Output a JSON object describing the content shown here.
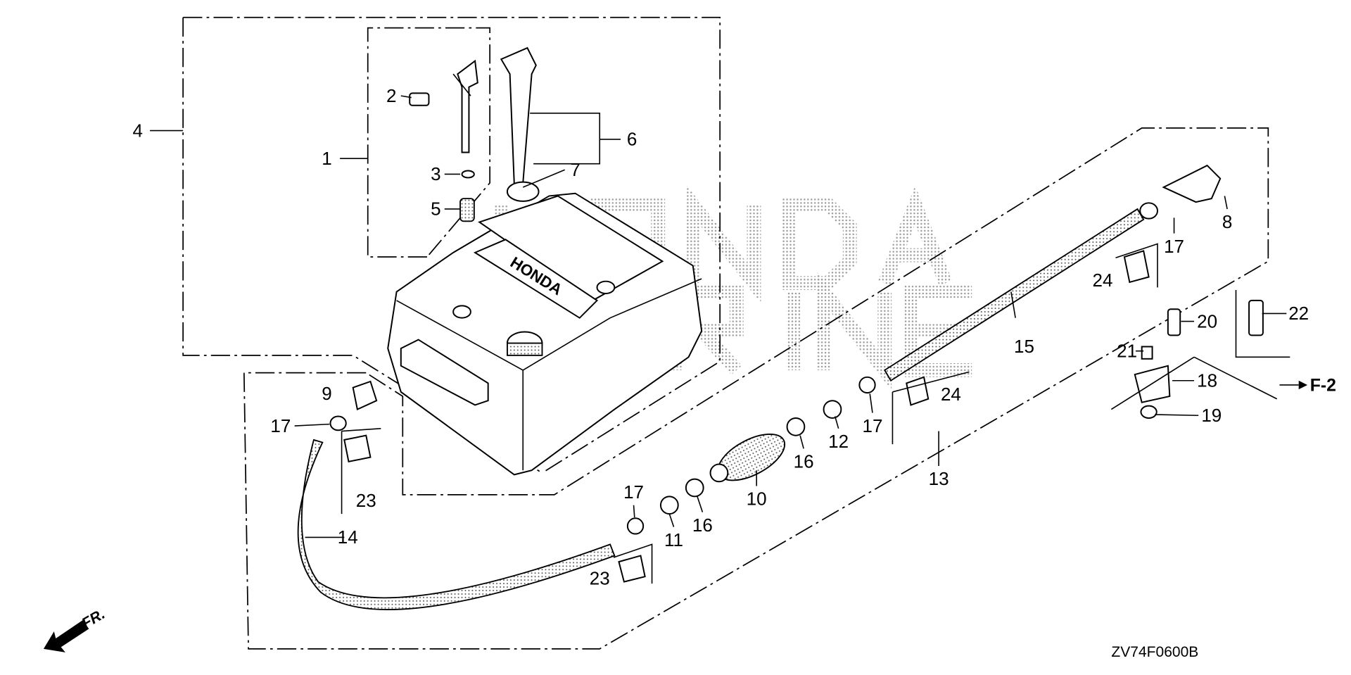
{
  "diagram_code": "ZV74F0600B",
  "reference_label": "F-2",
  "front_label": "FR.",
  "watermark": "HONDA MARINE",
  "tank_logo": "HONDA",
  "callouts": [
    "1",
    "2",
    "3",
    "4",
    "5",
    "6",
    "7",
    "8",
    "9",
    "10",
    "11",
    "12",
    "13",
    "14",
    "15",
    "16",
    "16",
    "17",
    "17",
    "17",
    "17",
    "18",
    "19",
    "20",
    "21",
    "22",
    "23",
    "23",
    "24",
    "24"
  ]
}
